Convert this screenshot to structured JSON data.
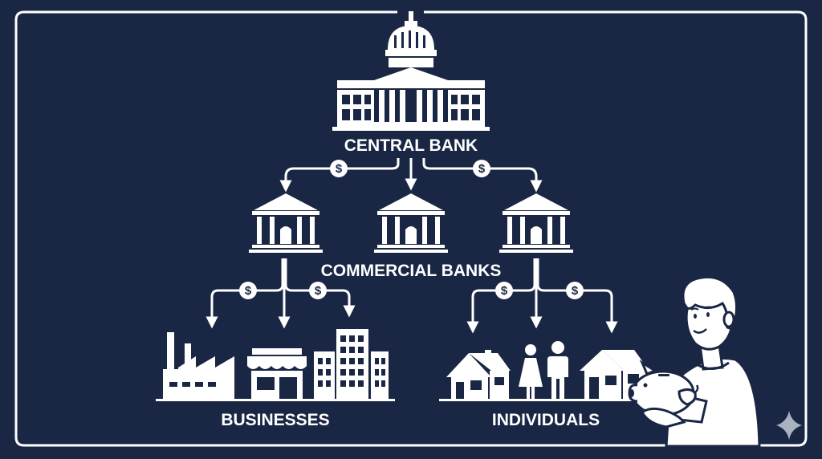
{
  "colors": {
    "background": "#1a2744",
    "foreground": "#ffffff"
  },
  "labels": {
    "central_bank": "CENTRAL BANK",
    "commercial_banks": "COMMERCIAL BANKS",
    "businesses": "BUSINESSES",
    "individuals": "INDIVIDUALS"
  },
  "symbols": {
    "currency": "$"
  },
  "icons": {
    "central": "central-bank-building-icon",
    "bank": "bank-icon",
    "factory": "factory-icon",
    "shop": "storefront-icon",
    "office": "office-building-icon",
    "house": "house-icon",
    "people": "couple-icon",
    "person": "person-with-piggy-bank-icon",
    "sparkle": "sparkle-icon"
  }
}
